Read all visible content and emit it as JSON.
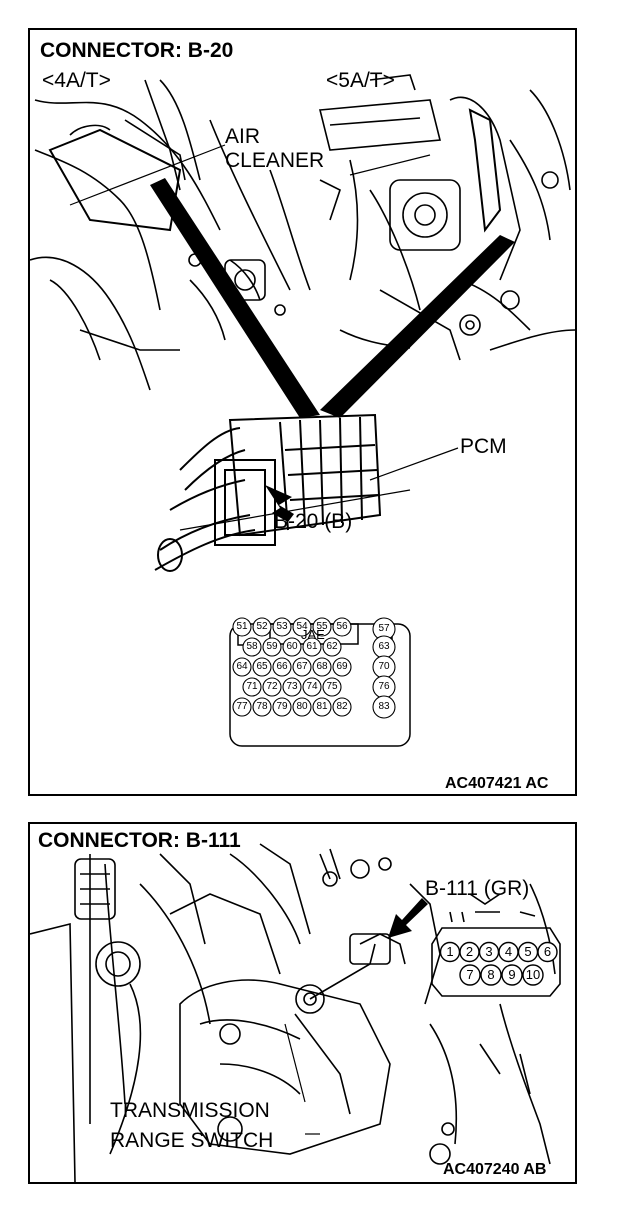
{
  "top": {
    "title": "CONNECTOR: B-20",
    "variant_left": "<4A/T>",
    "variant_right": "<5A/T>",
    "air_cleaner": [
      "AIR",
      "CLEANER"
    ],
    "pcm": "PCM",
    "connector_ref": "B-20 (B)",
    "connector_brand": "JAE",
    "pins_row1": [
      "51",
      "52",
      "53",
      "54",
      "55",
      "56"
    ],
    "pins_row2": [
      "58",
      "59",
      "60",
      "61",
      "62"
    ],
    "pins_row3": [
      "64",
      "65",
      "66",
      "67",
      "68",
      "69"
    ],
    "pins_row4": [
      "71",
      "72",
      "73",
      "74",
      "75"
    ],
    "pins_row5": [
      "77",
      "78",
      "79",
      "80",
      "81",
      "82"
    ],
    "pins_right": [
      "57",
      "63",
      "70",
      "76",
      "83"
    ],
    "code": "AC407421 AC"
  },
  "bottom": {
    "title": "CONNECTOR: B-111",
    "connector_ref": "B-111 (GR)",
    "pins_row1": [
      "1",
      "2",
      "3",
      "4",
      "5",
      "6"
    ],
    "pins_row2": [
      "7",
      "8",
      "9",
      "10"
    ],
    "switch_label": [
      "TRANSMISSION",
      "RANGE SWITCH"
    ],
    "code": "AC407240 AB"
  }
}
